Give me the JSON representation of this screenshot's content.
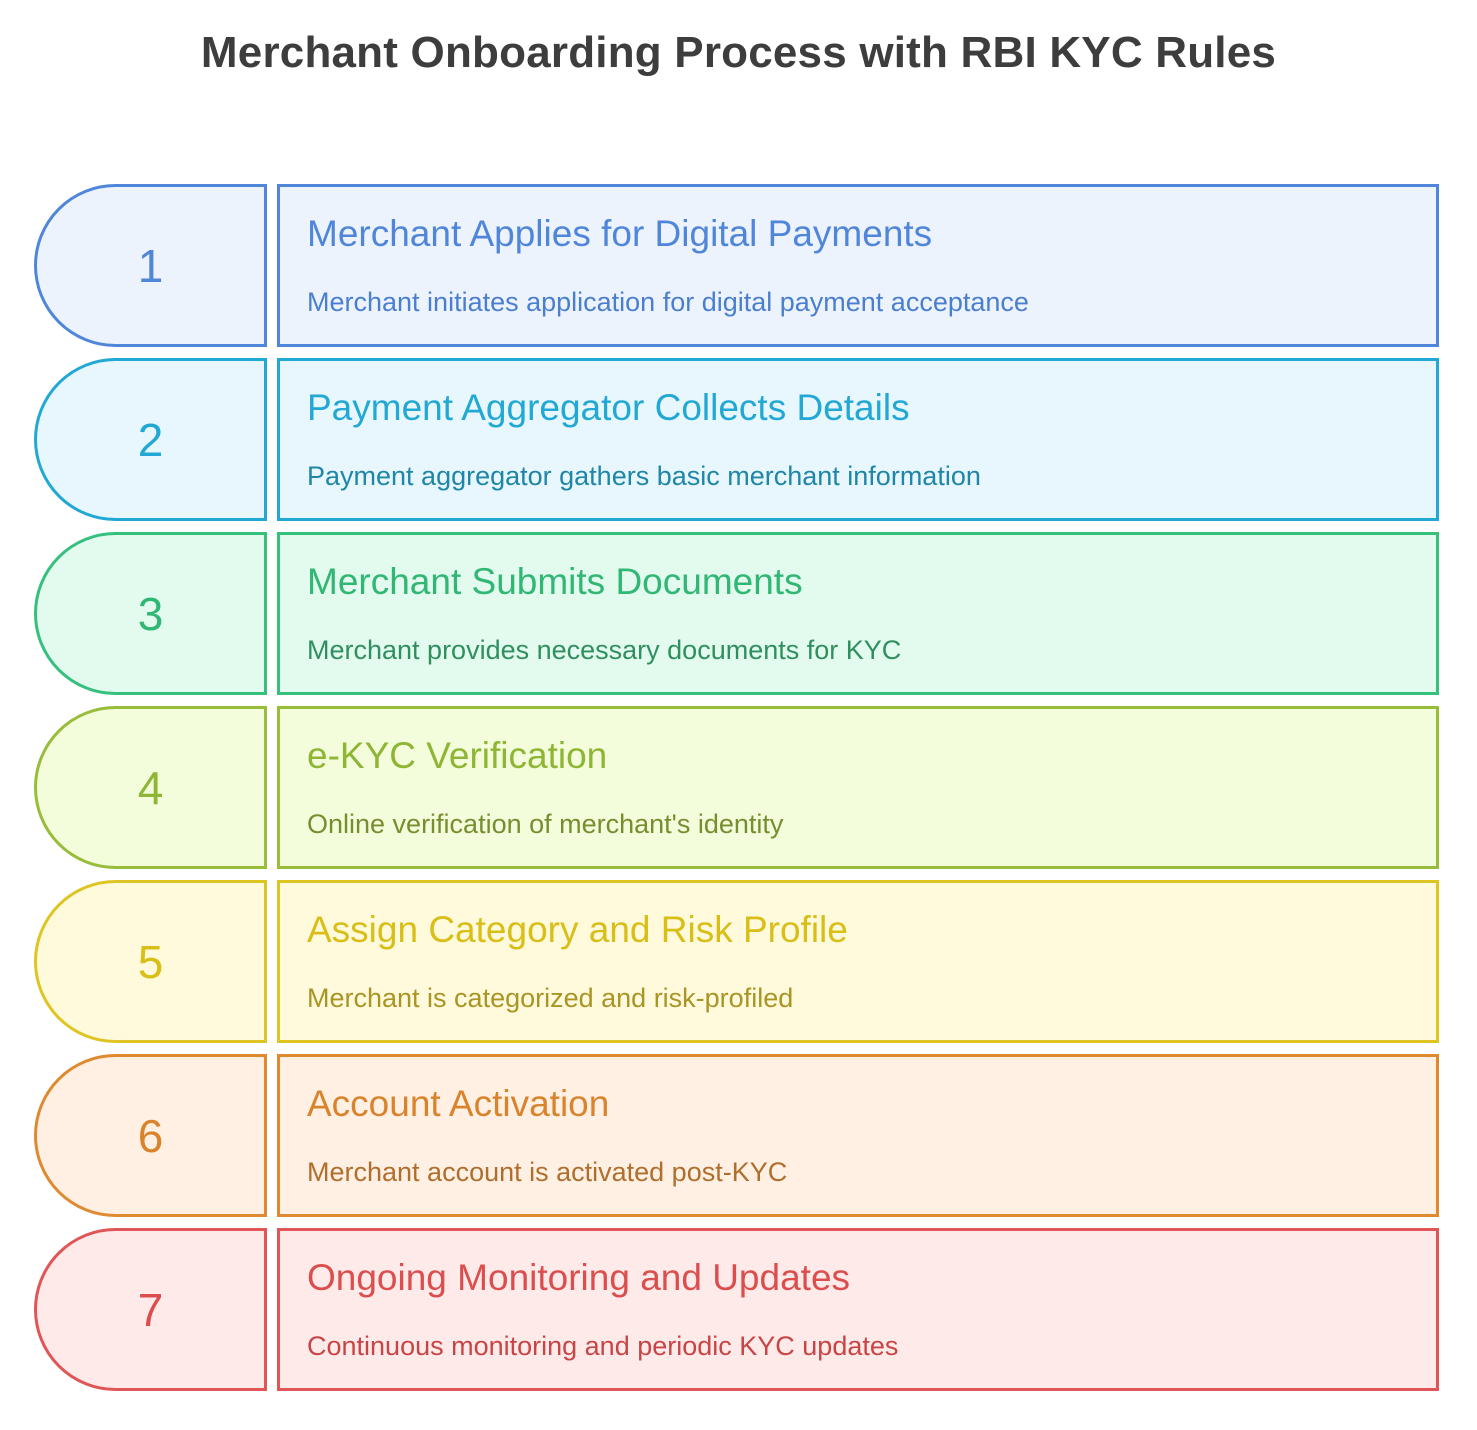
{
  "title": "Merchant Onboarding Process with RBI KYC Rules",
  "steps": [
    {
      "number": "1",
      "title": "Merchant Applies for Digital Payments",
      "description": "Merchant initiates application for digital payment acceptance",
      "colors": {
        "border": "#4f86d9",
        "fill": "#edf3fd",
        "title": "#4f86d9",
        "desc": "#4a7fcf"
      }
    },
    {
      "number": "2",
      "title": "Payment Aggregator Collects Details",
      "description": "Payment aggregator gathers basic merchant information",
      "colors": {
        "border": "#22a8d4",
        "fill": "#e7f7fd",
        "title": "#22a8d4",
        "desc": "#1f86a8"
      }
    },
    {
      "number": "3",
      "title": "Merchant Submits Documents",
      "description": "Merchant provides necessary documents for KYC",
      "colors": {
        "border": "#36c07e",
        "fill": "#e3fbef",
        "title": "#31b774",
        "desc": "#2f8f5e"
      }
    },
    {
      "number": "4",
      "title": "e-KYC Verification",
      "description": "Online verification of merchant's identity",
      "colors": {
        "border": "#97bd3a",
        "fill": "#f3fddc",
        "title": "#8fb534",
        "desc": "#768f2e"
      }
    },
    {
      "number": "5",
      "title": "Assign Category and Risk Profile",
      "description": "Merchant is categorized and risk-profiled",
      "colors": {
        "border": "#dfc524",
        "fill": "#fffadc",
        "title": "#d8be17",
        "desc": "#a99424"
      }
    },
    {
      "number": "6",
      "title": "Account Activation",
      "description": "Merchant account is activated post-KYC",
      "colors": {
        "border": "#df8a30",
        "fill": "#fff0e3",
        "title": "#d9842c",
        "desc": "#b06e2d"
      }
    },
    {
      "number": "7",
      "title": "Ongoing Monitoring and Updates",
      "description": "Continuous monitoring and periodic KYC updates",
      "colors": {
        "border": "#e05656",
        "fill": "#ffeaea",
        "title": "#dc4e4e",
        "desc": "#c94545"
      }
    }
  ]
}
